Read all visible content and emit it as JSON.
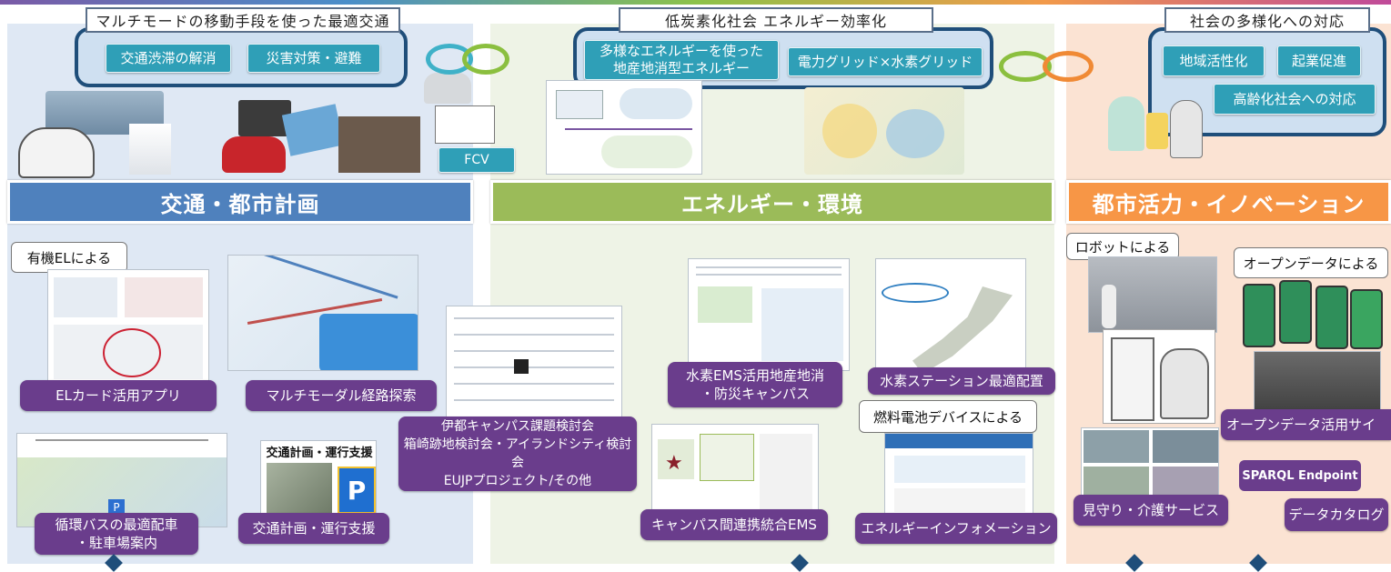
{
  "topics": {
    "transport_title": "マルチモードの移動手段を使った最適交通",
    "transport_items": [
      "交通渋滞の解消",
      "災害対策・避難"
    ],
    "energy_title": "低炭素化社会 エネルギー効率化",
    "energy_items": [
      "多様なエネルギーを使った\n地産地消型エネルギー",
      "電力グリッド×水素グリッド"
    ],
    "society_title": "社会の多様化への対応",
    "society_items": [
      "地域活性化",
      "起業促進",
      "高齢化社会への対応"
    ],
    "fcv_label": "FCV"
  },
  "headers": {
    "transport": "交通・都市計画",
    "energy": "エネルギー・環境",
    "urban": "都市活力・イノベーション"
  },
  "transport_section": {
    "callout": "有機ELによる",
    "el_app": "ELカード活用アプリ",
    "route_search": "マルチモーダル経路探索",
    "bus": "循環バスの最適配車\n・駐車場案内",
    "traffic_support": "交通計画・運行支援",
    "traffic_support_card_title": "交通計画・運行支援"
  },
  "energy_section": {
    "campus_meeting": "伊都キャンパス課題検討会\n箱崎跡地検討会・アイランドシティ検討会\nEUJPプロジェクト/その他",
    "hydrogen_ems": "水素EMS活用地産地消\n・防災キャンパス",
    "hydrogen_station": "水素ステーション最適配置",
    "fuel_cell_callout": "燃料電池デバイスによる",
    "campus_ems": "キャンパス間連携統合EMS",
    "energy_info": "エネルギーインフォメーション"
  },
  "urban_section": {
    "robot_callout": "ロボットによる",
    "open_data_callout": "オープンデータによる",
    "open_data_site": "オープンデータ活用サイ",
    "sparql": "SPARQL Endpoint",
    "care_service": "見守り・介護サービス",
    "data_catalog": "データカタログ"
  },
  "colors": {
    "transport": "#4f81bd",
    "energy": "#9bbb59",
    "urban": "#f79646",
    "label_purple": "#6a3d8c",
    "label_teal": "#2f9fb7"
  }
}
